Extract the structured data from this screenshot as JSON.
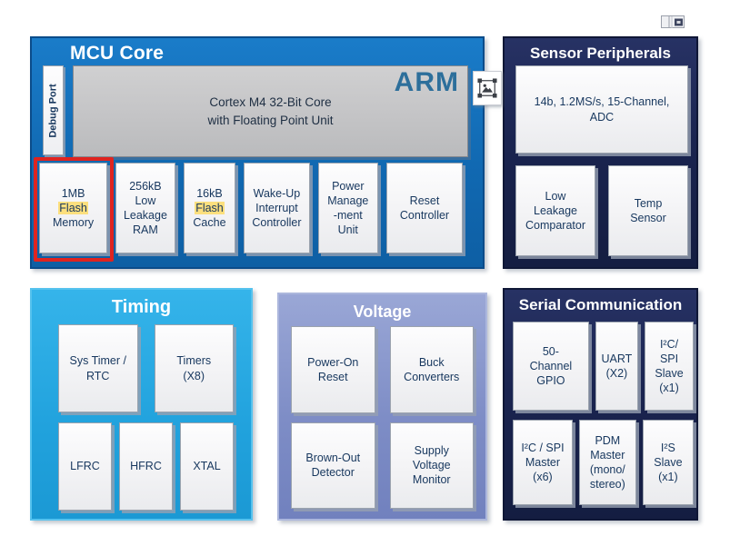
{
  "colors": {
    "mcu_core_blue": "#1371BD",
    "dark_navy_block": "#1B2450",
    "timing_cyan": "#29AAE1",
    "voltage_periwinkle": "#8291C7",
    "highlight_red_frame": "#DF2420",
    "flash_highlight_yellow": "#FCDF7E",
    "box_text_navy": "#17375E",
    "arm_logo_blue": "#2D6F9B"
  },
  "mcu_core": {
    "title": "MCU Core",
    "debug_port_label": "Debug Port",
    "arm_logo": "ARM",
    "cpu_label": "Cortex M4 32-Bit Core\nwith Floating Point Unit",
    "chips": {
      "flash_memory": {
        "line1": "1MB",
        "highlight": "Flash",
        "line3": "Memory"
      },
      "low_leakage_ram": "256kB\nLow\nLeakage\nRAM",
      "flash_cache": {
        "line1": "16kB",
        "highlight": "Flash",
        "line3": "Cache"
      },
      "wakeup_interrupt_controller": "Wake-Up\nInterrupt\nController",
      "power_management_unit": "Power\nManage\n-ment\nUnit",
      "reset_controller": "Reset\nController"
    }
  },
  "sensor_peripherals": {
    "title": "Sensor Peripherals",
    "adc": "14b, 1.2MS/s, 15-Channel,\nADC",
    "low_leakage_comparator": "Low\nLeakage\nComparator",
    "temp_sensor": "Temp\nSensor"
  },
  "timing": {
    "title": "Timing",
    "sys_timer_rtc": "Sys Timer /\nRTC",
    "timers": "Timers\n(X8)",
    "lfrc": "LFRC",
    "hfrc": "HFRC",
    "xtal": "XTAL"
  },
  "voltage": {
    "title": "Voltage",
    "power_on_reset": "Power-On\nReset",
    "buck_converters": "Buck\nConverters",
    "brown_out_detector": "Brown-Out\nDetector",
    "supply_voltage_monitor": "Supply\nVoltage\nMonitor"
  },
  "serial_communication": {
    "title": "Serial Communication",
    "gpio": "50-\nChannel\nGPIO",
    "uart": "UART\n(X2)",
    "i2c_spi_slave": "I²C/\nSPI\nSlave\n(x1)",
    "i2c_spi_master": "I²C / SPI\nMaster\n(x6)",
    "pdm_master": "PDM\nMaster\n(mono/\nstereo)",
    "i2s_slave": "I²S\nSlave\n(x1)"
  }
}
